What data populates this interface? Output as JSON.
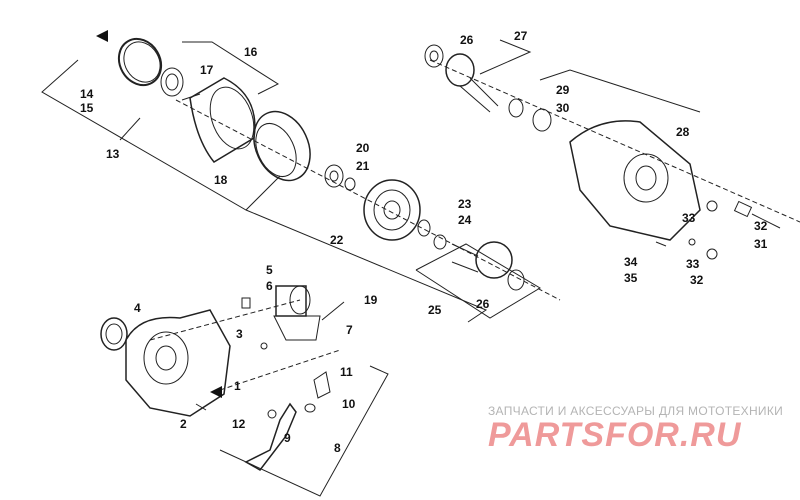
{
  "diagram": {
    "callouts": [
      "1",
      "2",
      "3",
      "4",
      "5",
      "6",
      "7",
      "8",
      "9",
      "10",
      "11",
      "12",
      "13",
      "14",
      "15",
      "16",
      "17",
      "18",
      "19",
      "20",
      "21",
      "22",
      "23",
      "24",
      "25",
      "26",
      "26",
      "27",
      "28",
      "29",
      "30",
      "31",
      "32",
      "32",
      "33",
      "33",
      "34",
      "35"
    ]
  },
  "watermark": {
    "tagline": "ЗАПЧАСТИ И АКСЕССУАРЫ ДЛЯ МОТОТЕХНИКИ",
    "logo_text": "PARTSFOR.RU",
    "logo_color": "#ef9a9a"
  }
}
